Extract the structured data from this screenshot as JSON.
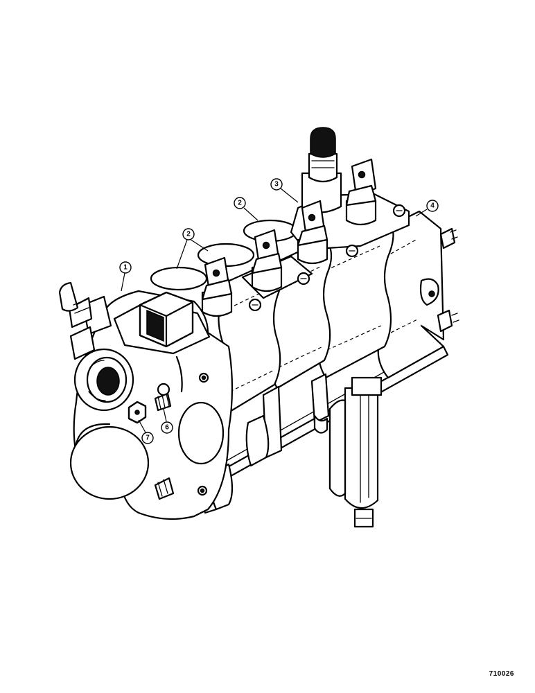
{
  "callouts": [
    {
      "id": "callout-1",
      "label": "1"
    },
    {
      "id": "callout-2a",
      "label": "2"
    },
    {
      "id": "callout-2b",
      "label": "2"
    },
    {
      "id": "callout-3",
      "label": "3"
    },
    {
      "id": "callout-4",
      "label": "4"
    },
    {
      "id": "callout-6",
      "label": "6"
    },
    {
      "id": "callout-7",
      "label": "7"
    }
  ],
  "figure_id": "710026"
}
